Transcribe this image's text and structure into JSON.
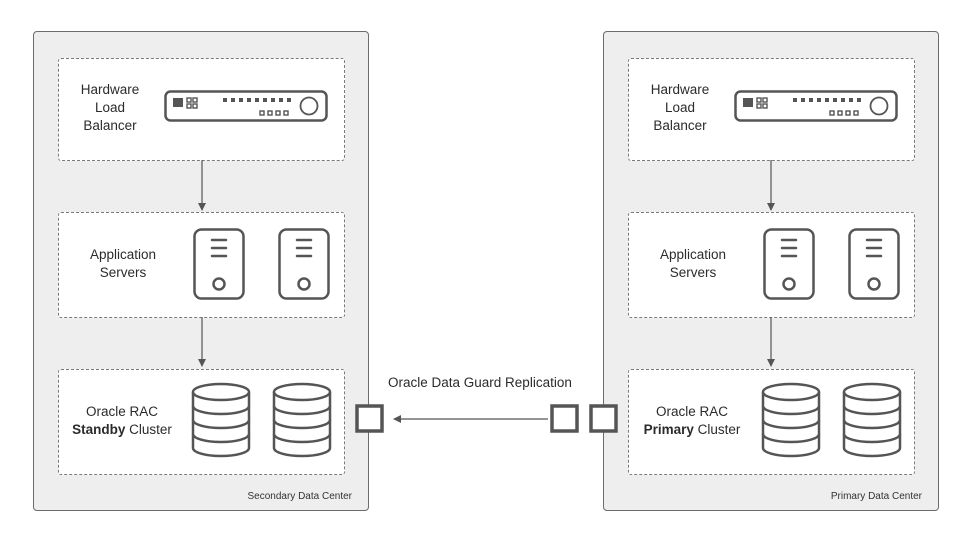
{
  "diagram": {
    "replication_label": "Oracle Data Guard Replication",
    "secondary": {
      "caption": "Secondary Data Center",
      "lb_label": [
        "Hardware",
        "Load",
        "Balancer"
      ],
      "app_label": [
        "Application",
        "Servers"
      ],
      "db_prefix": "Oracle RAC",
      "db_bold": "Standby",
      "db_suffix": " Cluster"
    },
    "primary": {
      "caption": "Primary Data Center",
      "lb_label": [
        "Hardware",
        "Load",
        "Balancer"
      ],
      "app_label": [
        "Application",
        "Servers"
      ],
      "db_prefix": "Oracle RAC",
      "db_bold": "Primary",
      "db_suffix": " Cluster"
    },
    "icons": [
      "load-balancer-icon",
      "server-icon",
      "database-icon",
      "replication-endpoint-icon"
    ],
    "colors": {
      "stroke": "#555555",
      "panel": "#eeeeee",
      "box": "#ffffff"
    }
  }
}
